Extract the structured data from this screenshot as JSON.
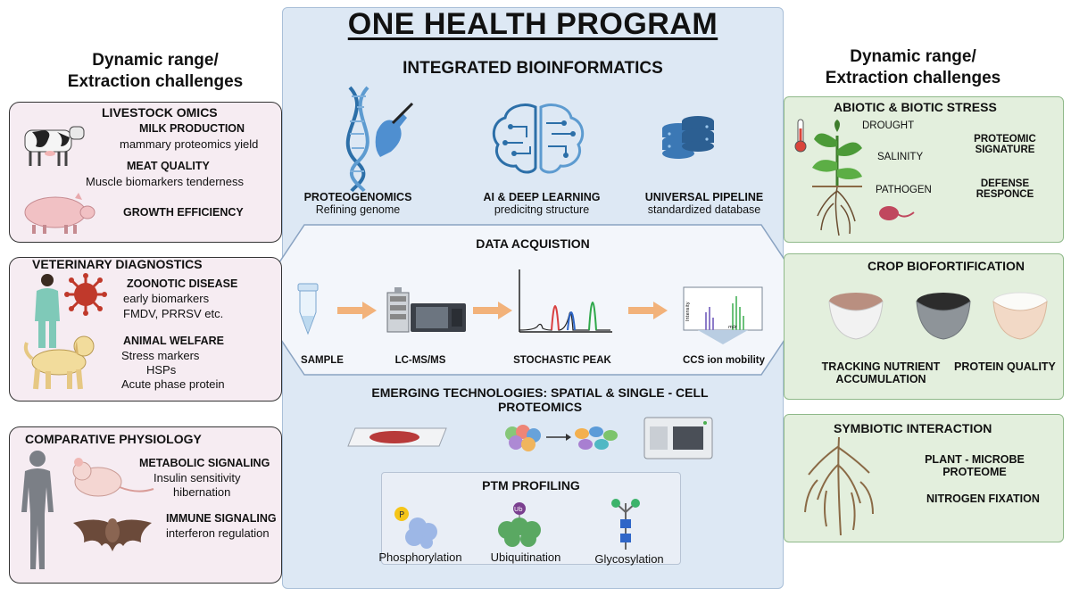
{
  "title": "ONE HEALTH PROGRAM",
  "left_heading": [
    "Dynamic range/",
    "Extraction challenges"
  ],
  "right_heading": [
    "Dynamic range/",
    "Extraction challenges"
  ],
  "livestock": {
    "title": "LIVESTOCK OMICS",
    "milk_title": "MILK PRODUCTION",
    "milk_text": "mammary proteomics yield",
    "meat_title": "MEAT QUALITY",
    "meat_text": "Muscle biomarkers tenderness",
    "growth_title": "GROWTH EFFICIENCY"
  },
  "veterinary": {
    "title": "VETERINARY DIAGNOSTICS",
    "zoonotic_title": "ZOONOTIC DISEASE",
    "zoonotic_lines": [
      "early biomarkers",
      "FMDV, PRRSV etc."
    ],
    "welfare_title": "ANIMAL WELFARE",
    "welfare_lines": [
      "Stress markers",
      "HSPs",
      "Acute phase protein"
    ]
  },
  "comparative": {
    "title": "COMPARATIVE PHYSIOLOGY",
    "metabolic_title": "METABOLIC SIGNALING",
    "metabolic_lines": [
      "Insulin sensitivity",
      "hibernation"
    ],
    "immune_title": "IMMUNE SIGNALING",
    "immune_text": "interferon regulation"
  },
  "bioinformatics": {
    "title": "INTEGRATED BIOINFORMATICS",
    "items": [
      {
        "title": "PROTEOGENOMICS",
        "text": "Refining genome"
      },
      {
        "title": "AI & DEEP LEARNING",
        "text": "predicitng structure"
      },
      {
        "title": "UNIVERSAL PIPELINE",
        "text": "standardized database"
      }
    ]
  },
  "acquisition": {
    "title": "DATA ACQUISTION",
    "steps": [
      "SAMPLE",
      "LC-MS/MS",
      "STOCHASTIC PEAK",
      "CCS ion mobility"
    ],
    "plot_ylabel": "Intensity",
    "plot_xlabel": "m/z"
  },
  "emerging": {
    "title_lines": [
      "EMERGING TECHNOLOGIES: SPATIAL & SINGLE - CELL",
      "PROTEOMICS"
    ]
  },
  "ptm": {
    "title": "PTM PROFILING",
    "items": [
      "Phosphorylation",
      "Ubiquitination",
      "Glycosylation"
    ],
    "p_label": "P",
    "ub_label": "Ub"
  },
  "abiotic": {
    "title": "ABIOTIC & BIOTIC STRESS",
    "stresses": [
      "DROUGHT",
      "SALINITY",
      "PATHOGEN"
    ],
    "signature_lines": [
      "PROTEOMIC",
      "SIGNATURE"
    ],
    "defense_lines": [
      "DEFENSE",
      "RESPONCE"
    ]
  },
  "crop": {
    "title": "CROP BIOFORTIFICATION",
    "tracking_lines": [
      "TRACKING NUTRIENT",
      "ACCUMULATION"
    ],
    "quality": "PROTEIN QUALITY"
  },
  "symbiotic": {
    "title": "SYMBIOTIC INTERACTION",
    "microbe_lines": [
      "PLANT - MICROBE",
      "PROTEOME"
    ],
    "nitrogen": "NITROGEN FIXATION"
  },
  "colors": {
    "center_bg": "#dde8f4",
    "left_box_bg": "#f6ecf2",
    "right_box_bg": "#e3efdd",
    "arrow": "#f2b27a",
    "virus": "#c0392b",
    "dna_blue": "#2c6fa8"
  }
}
